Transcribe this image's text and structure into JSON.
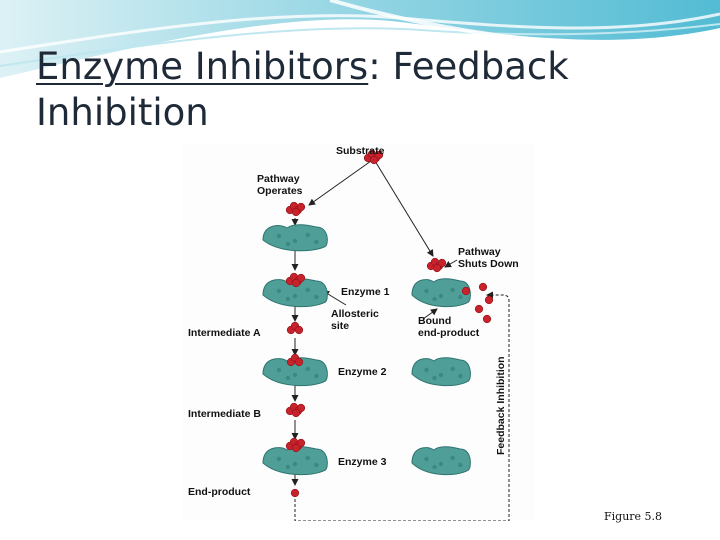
{
  "slide": {
    "title_part1": "Enzyme Inhibitors",
    "title_part2": ": Feedback Inhibition",
    "caption": "Figure 5.8"
  },
  "diagram": {
    "labels": {
      "substrate": "Substrate",
      "pathway_operates_1": "Pathway",
      "pathway_operates_2": "Operates",
      "pathway_shuts_1": "Pathway",
      "pathway_shuts_2": "Shuts Down",
      "enzyme1": "Enzyme 1",
      "allosteric_1": "Allosteric",
      "allosteric_2": "site",
      "bound_1": "Bound",
      "bound_2": "end-product",
      "intermediate_a": "Intermediate A",
      "enzyme2": "Enzyme 2",
      "intermediate_b": "Intermediate B",
      "enzyme3": "Enzyme 3",
      "end_product": "End-product",
      "feedback_inhibition": "Feedback Inhibition"
    },
    "colors": {
      "enzyme": "#4f9f98",
      "enzyme_dark": "#2f7470",
      "molecule": "#c8232c",
      "molecule_dark": "#8e1218",
      "arrow": "#222222"
    }
  }
}
